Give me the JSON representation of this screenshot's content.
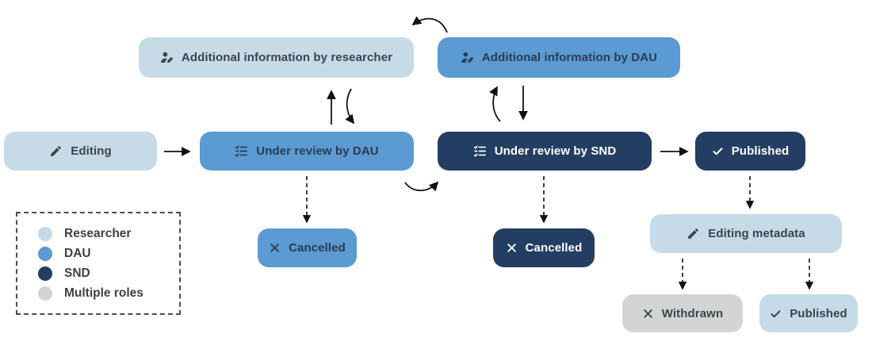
{
  "nodes": {
    "editing": {
      "label": "Editing",
      "icon": "pencil-icon",
      "role": "Researcher"
    },
    "additional_info_researcher": {
      "label": "Additional information by researcher",
      "icon": "user-pen-icon",
      "role": "Researcher"
    },
    "additional_info_dau": {
      "label": "Additional information by DAU",
      "icon": "user-pen-icon",
      "role": "DAU"
    },
    "under_review_dau": {
      "label": "Under review by DAU",
      "icon": "list-check-icon",
      "role": "DAU"
    },
    "under_review_snd": {
      "label": "Under review by SND",
      "icon": "list-check-icon",
      "role": "SND"
    },
    "published_top": {
      "label": "Published",
      "icon": "check-icon",
      "role": "SND"
    },
    "cancelled_dau": {
      "label": "Cancelled",
      "icon": "x-icon",
      "role": "DAU"
    },
    "cancelled_snd": {
      "label": "Cancelled",
      "icon": "x-icon",
      "role": "SND"
    },
    "editing_metadata": {
      "label": "Editing metadata",
      "icon": "pencil-icon",
      "role": "Researcher"
    },
    "withdrawn": {
      "label": "Withdrawn",
      "icon": "x-icon",
      "role": "Multiple roles"
    },
    "published_bottom": {
      "label": "Published",
      "icon": "check-icon",
      "role": "Researcher"
    }
  },
  "legend": {
    "items": [
      {
        "label": "Researcher",
        "color": "#c7dae8"
      },
      {
        "label": "DAU",
        "color": "#5b9ad3"
      },
      {
        "label": "SND",
        "color": "#243d63"
      },
      {
        "label": "Multiple roles",
        "color": "#d3d5d5"
      }
    ]
  },
  "edges": [
    {
      "from": "Editing",
      "to": "Under review by DAU",
      "style": "solid"
    },
    {
      "from": "Under review by DAU",
      "to": "Additional information by researcher",
      "style": "solid"
    },
    {
      "from": "Additional information by researcher",
      "to": "Under review by DAU",
      "style": "curved"
    },
    {
      "from": "Additional information by DAU",
      "to": "Additional information by researcher",
      "style": "curved"
    },
    {
      "from": "Under review by SND",
      "to": "Additional information by DAU",
      "style": "curved"
    },
    {
      "from": "Additional information by DAU",
      "to": "Under review by SND",
      "style": "solid"
    },
    {
      "from": "Under review by DAU",
      "to": "Under review by SND",
      "style": "curved"
    },
    {
      "from": "Under review by SND",
      "to": "Published",
      "style": "solid"
    },
    {
      "from": "Under review by DAU",
      "to": "Cancelled",
      "style": "dashed"
    },
    {
      "from": "Under review by SND",
      "to": "Cancelled",
      "style": "dashed"
    },
    {
      "from": "Published",
      "to": "Editing metadata",
      "style": "dashed"
    },
    {
      "from": "Editing metadata",
      "to": "Withdrawn",
      "style": "dashed"
    },
    {
      "from": "Editing metadata",
      "to": "Published",
      "style": "dashed"
    }
  ],
  "colors": {
    "researcher": "#c7dae8",
    "dau": "#5b9ad3",
    "snd": "#243d63",
    "multiple_roles": "#d3d5d5",
    "arrow": "#111111"
  }
}
